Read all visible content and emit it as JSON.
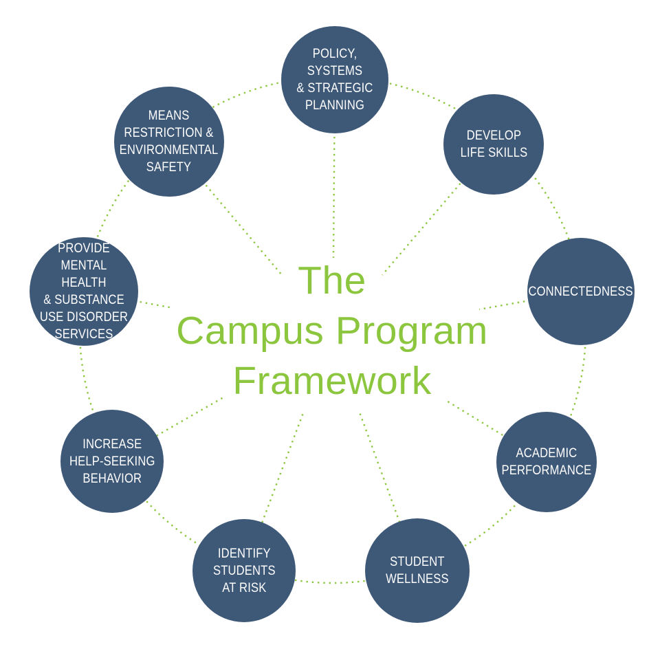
{
  "title": {
    "text": "The\nCampus Program\nFramework"
  },
  "colors": {
    "background": "#ffffff",
    "circle_fill": "#3e5878",
    "accent_green": "#8cc63e",
    "label_text": "#ffffff"
  },
  "nodes": [
    {
      "id": "policy-systems-strategic-planning",
      "label": "POLICY, SYSTEMS\n& STRATEGIC\nPLANNING"
    },
    {
      "id": "develop-life-skills",
      "label": "DEVELOP\nLIFE SKILLS"
    },
    {
      "id": "connectedness",
      "label": "CONNECTEDNESS"
    },
    {
      "id": "academic-performance",
      "label": "ACADEMIC\nPERFORMANCE"
    },
    {
      "id": "student-wellness",
      "label": "STUDENT\nWELLNESS"
    },
    {
      "id": "identify-students-at-risk",
      "label": "IDENTIFY\nSTUDENTS\nAT RISK"
    },
    {
      "id": "increase-help-seeking-behavior",
      "label": "INCREASE\nHELP-SEEKING\nBEHAVIOR"
    },
    {
      "id": "provide-mental-health-services",
      "label": "PROVIDE\nMENTAL HEALTH\n& SUBSTANCE\nUSE DISORDER\nSERVICES"
    },
    {
      "id": "means-restriction-environmental-safety",
      "label": "MEANS\nRESTRICTION &\nENVIRONMENTAL\nSAFETY"
    }
  ]
}
